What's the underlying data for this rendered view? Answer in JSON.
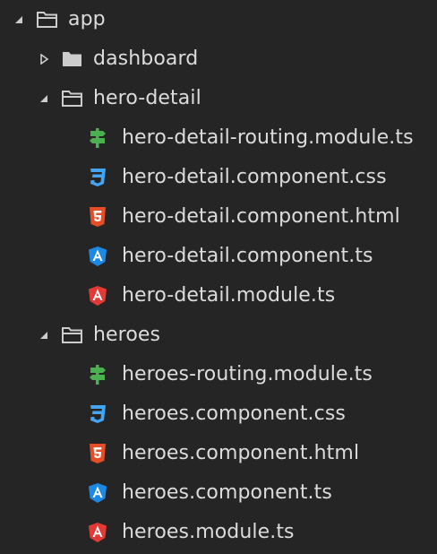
{
  "colors": {
    "background": "#252526",
    "text": "#dcdcdc",
    "folder": "#cccccc",
    "twisty": "#cccccc",
    "routing_icon": "#4caf50",
    "css_icon": "#42a5f5",
    "html_icon": "#e44d26",
    "angular_component_icon": "#1e88e5",
    "angular_module_icon": "#e53935"
  },
  "tree": {
    "root": {
      "label": "app",
      "expanded": true,
      "icon": "folder-open-icon"
    },
    "dashboard": {
      "label": "dashboard",
      "expanded": false,
      "icon": "folder-icon"
    },
    "hero_detail": {
      "label": "hero-detail",
      "expanded": true,
      "icon": "folder-open-icon",
      "files": [
        {
          "label": "hero-detail-routing.module.ts",
          "icon": "routing-signpost-icon"
        },
        {
          "label": "hero-detail.component.css",
          "icon": "css3-icon"
        },
        {
          "label": "hero-detail.component.html",
          "icon": "html5-icon"
        },
        {
          "label": "hero-detail.component.ts",
          "icon": "angular-component-icon"
        },
        {
          "label": "hero-detail.module.ts",
          "icon": "angular-module-icon"
        }
      ]
    },
    "heroes": {
      "label": "heroes",
      "expanded": true,
      "icon": "folder-open-icon",
      "files": [
        {
          "label": "heroes-routing.module.ts",
          "icon": "routing-signpost-icon"
        },
        {
          "label": "heroes.component.css",
          "icon": "css3-icon"
        },
        {
          "label": "heroes.component.html",
          "icon": "html5-icon"
        },
        {
          "label": "heroes.component.ts",
          "icon": "angular-component-icon"
        },
        {
          "label": "heroes.module.ts",
          "icon": "angular-module-icon"
        }
      ]
    }
  }
}
